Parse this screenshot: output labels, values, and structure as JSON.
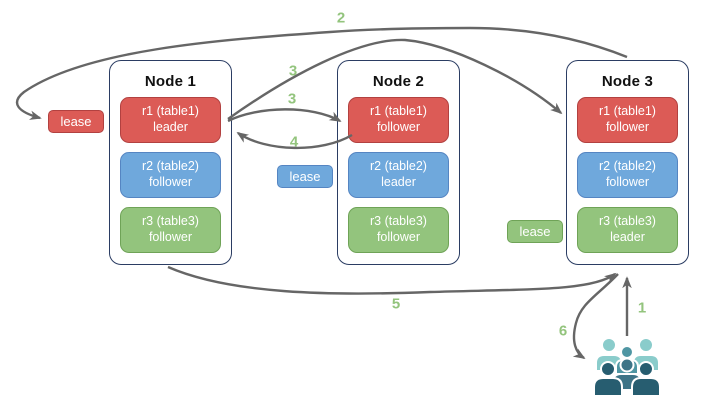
{
  "nodes": [
    {
      "title": "Node 1",
      "replicas": [
        {
          "name": "r1 (table1)",
          "role": "leader",
          "color": "red"
        },
        {
          "name": "r2 (table2)",
          "role": "follower",
          "color": "blue"
        },
        {
          "name": "r3 (table3)",
          "role": "follower",
          "color": "green"
        }
      ]
    },
    {
      "title": "Node 2",
      "replicas": [
        {
          "name": "r1 (table1)",
          "role": "follower",
          "color": "red"
        },
        {
          "name": "r2 (table2)",
          "role": "leader",
          "color": "blue"
        },
        {
          "name": "r3 (table3)",
          "role": "follower",
          "color": "green"
        }
      ]
    },
    {
      "title": "Node 3",
      "replicas": [
        {
          "name": "r1 (table1)",
          "role": "follower",
          "color": "red"
        },
        {
          "name": "r2 (table2)",
          "role": "follower",
          "color": "blue"
        },
        {
          "name": "r3 (table3)",
          "role": "leader",
          "color": "green"
        }
      ]
    }
  ],
  "leases": [
    {
      "label": "lease",
      "color": "red"
    },
    {
      "label": "lease",
      "color": "blue"
    },
    {
      "label": "lease",
      "color": "green"
    }
  ],
  "steps": {
    "one": "1",
    "two": "2",
    "three_a": "3",
    "three_b": "3",
    "four": "4",
    "five": "5",
    "six": "6"
  },
  "icons": {
    "users": "users-group-icon"
  },
  "colors": {
    "red_fill": "#dc5b56",
    "red_border": "#b24140",
    "blue_fill": "#6fa8dc",
    "blue_border": "#5585c2",
    "green_fill": "#93c47d",
    "green_border": "#6fa357",
    "node_border": "#2b3d63",
    "arrow": "#666666",
    "step_label": "#93c47d",
    "users_light": "#8acccb",
    "users_mid": "#4f96a3",
    "users_dark": "#275d70"
  }
}
